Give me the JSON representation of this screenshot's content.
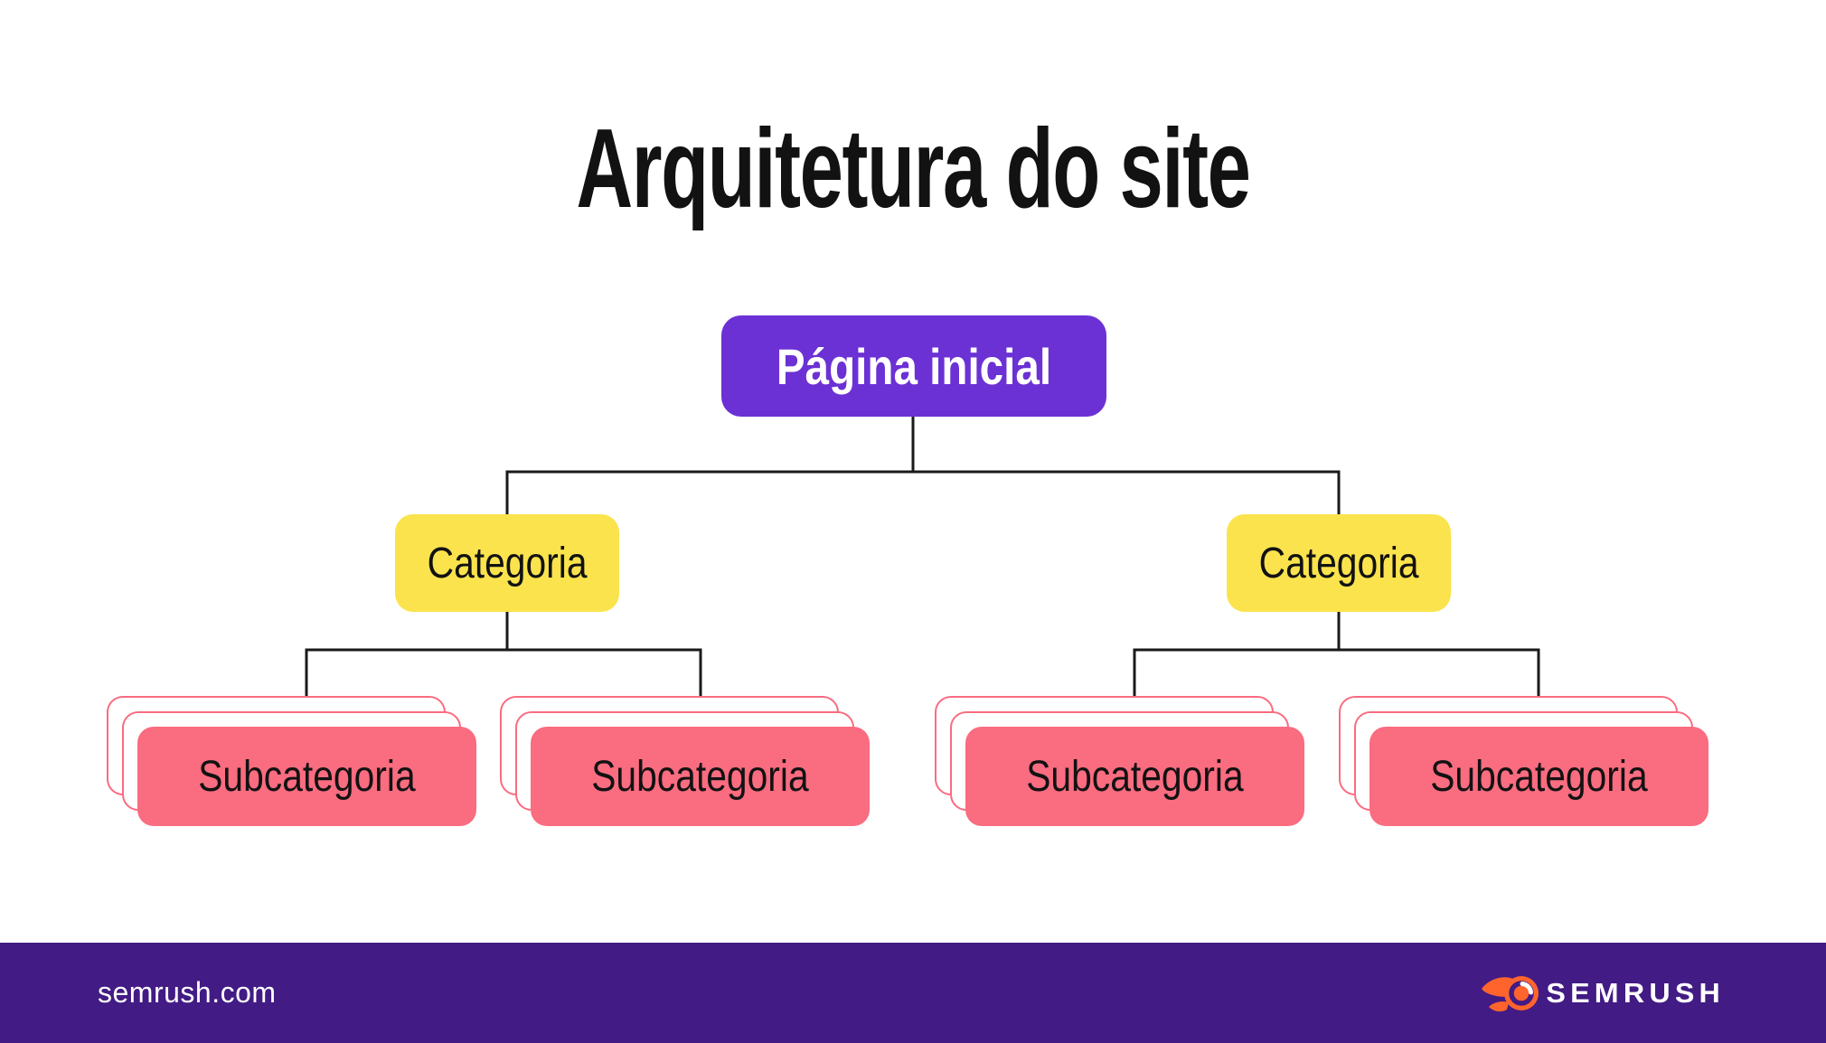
{
  "page": {
    "title": "Arquitetura do site"
  },
  "colors": {
    "purple": "#6B31D4",
    "yellow": "#FBE34D",
    "pink": "#FA6C80",
    "footer_bg": "#421B85",
    "line": "#1A1A1A",
    "orange": "#FF642D",
    "text_dark": "#121212",
    "text_light": "#FFFFFF"
  },
  "tree": {
    "root": {
      "label": "Página inicial"
    },
    "categories": [
      {
        "label": "Categoria"
      },
      {
        "label": "Categoria"
      }
    ],
    "subcategories": [
      {
        "label": "Subcategoria",
        "stacked_cards": 3
      },
      {
        "label": "Subcategoria",
        "stacked_cards": 3
      },
      {
        "label": "Subcategoria",
        "stacked_cards": 3
      },
      {
        "label": "Subcategoria",
        "stacked_cards": 3
      }
    ]
  },
  "footer": {
    "site_url": "semrush.com",
    "brand_name": "SEMRUSH",
    "logo_icon": "semrush-flame-icon"
  }
}
